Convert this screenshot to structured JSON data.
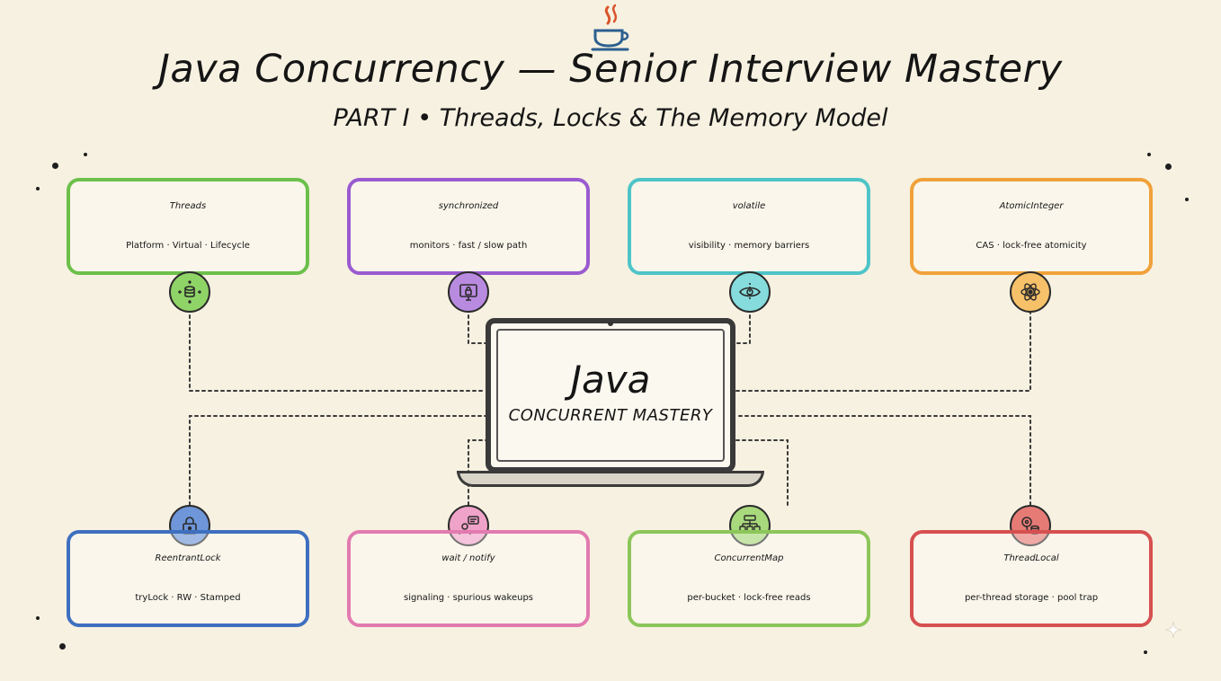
{
  "header": {
    "title": "Java Concurrency — Senior Interview Mastery",
    "subtitle": "PART I • Threads, Locks & The Memory Model"
  },
  "center": {
    "title": "Java",
    "subtitle": "CONCURRENT MASTERY"
  },
  "top_cards": [
    {
      "name": "Threads",
      "sub": "Platform · Virtual · Lifecycle",
      "color": "#6cc04a",
      "badge_bg": "#8fd467",
      "icon": "database-arrows-icon"
    },
    {
      "name": "synchronized",
      "sub": "monitors · fast / slow path",
      "color": "#9a5ad0",
      "badge_bg": "#b98be0",
      "icon": "monitor-lock-icon"
    },
    {
      "name": "volatile",
      "sub": "visibility · memory barriers",
      "color": "#4ec4c8",
      "badge_bg": "#86dcdc",
      "icon": "eye-barrier-icon"
    },
    {
      "name": "AtomicInteger",
      "sub": "CAS · lock-free atomicity",
      "color": "#f0a23a",
      "badge_bg": "#f6c169",
      "icon": "atom-icon"
    }
  ],
  "bottom_cards": [
    {
      "name": "ReentrantLock",
      "sub": "tryLock · RW · Stamped",
      "color": "#3e6fc0",
      "badge_bg": "#6e96d8",
      "icon": "padlock-icon"
    },
    {
      "name": "wait / notify",
      "sub": "signaling · spurious wakeups",
      "color": "#e27ab0",
      "badge_bg": "#f0a3c8",
      "icon": "person-message-icon"
    },
    {
      "name": "ConcurrentMap",
      "sub": "per-bucket · lock-free reads",
      "color": "#8cc65a",
      "badge_bg": "#a8d97c",
      "icon": "tree-map-icon"
    },
    {
      "name": "ThreadLocal",
      "sub": "per-thread storage · pool trap",
      "color": "#d65050",
      "badge_bg": "#e67b76",
      "icon": "thread-storage-icon"
    }
  ]
}
